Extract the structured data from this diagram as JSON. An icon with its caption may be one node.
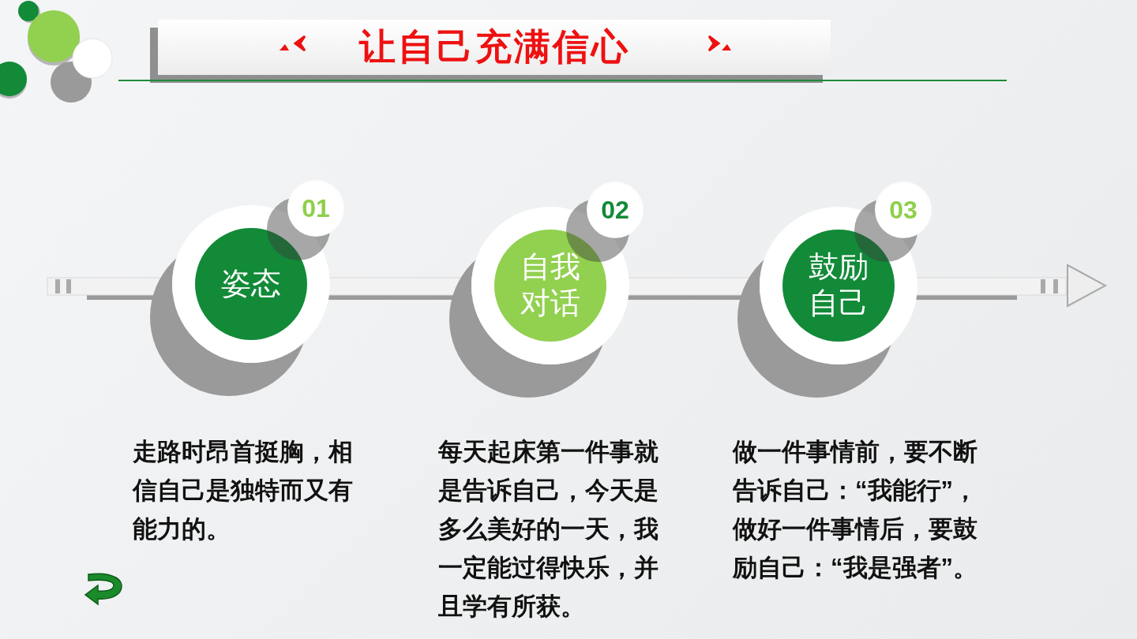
{
  "diagram": {
    "title": "让自己充满信心",
    "nodes": [
      {
        "text": [
          "01",
          "姿态"
        ]
      },
      {
        "text": [
          "02",
          "自我对话"
        ]
      },
      {
        "text": [
          "03",
          "鼓励自己"
        ]
      }
    ],
    "labels": [
      "走路时昂首挺胸，相信自己是独特而又有能力的。",
      "每天起床第一件事就是告诉自己，今天是多么美好的一天，我一定能过得快乐，并且学有所获。",
      "做一件事情前，要不断告诉自己：“我能行”，做好一件事情后，要鼓励自己：“我是强者”。"
    ]
  }
}
